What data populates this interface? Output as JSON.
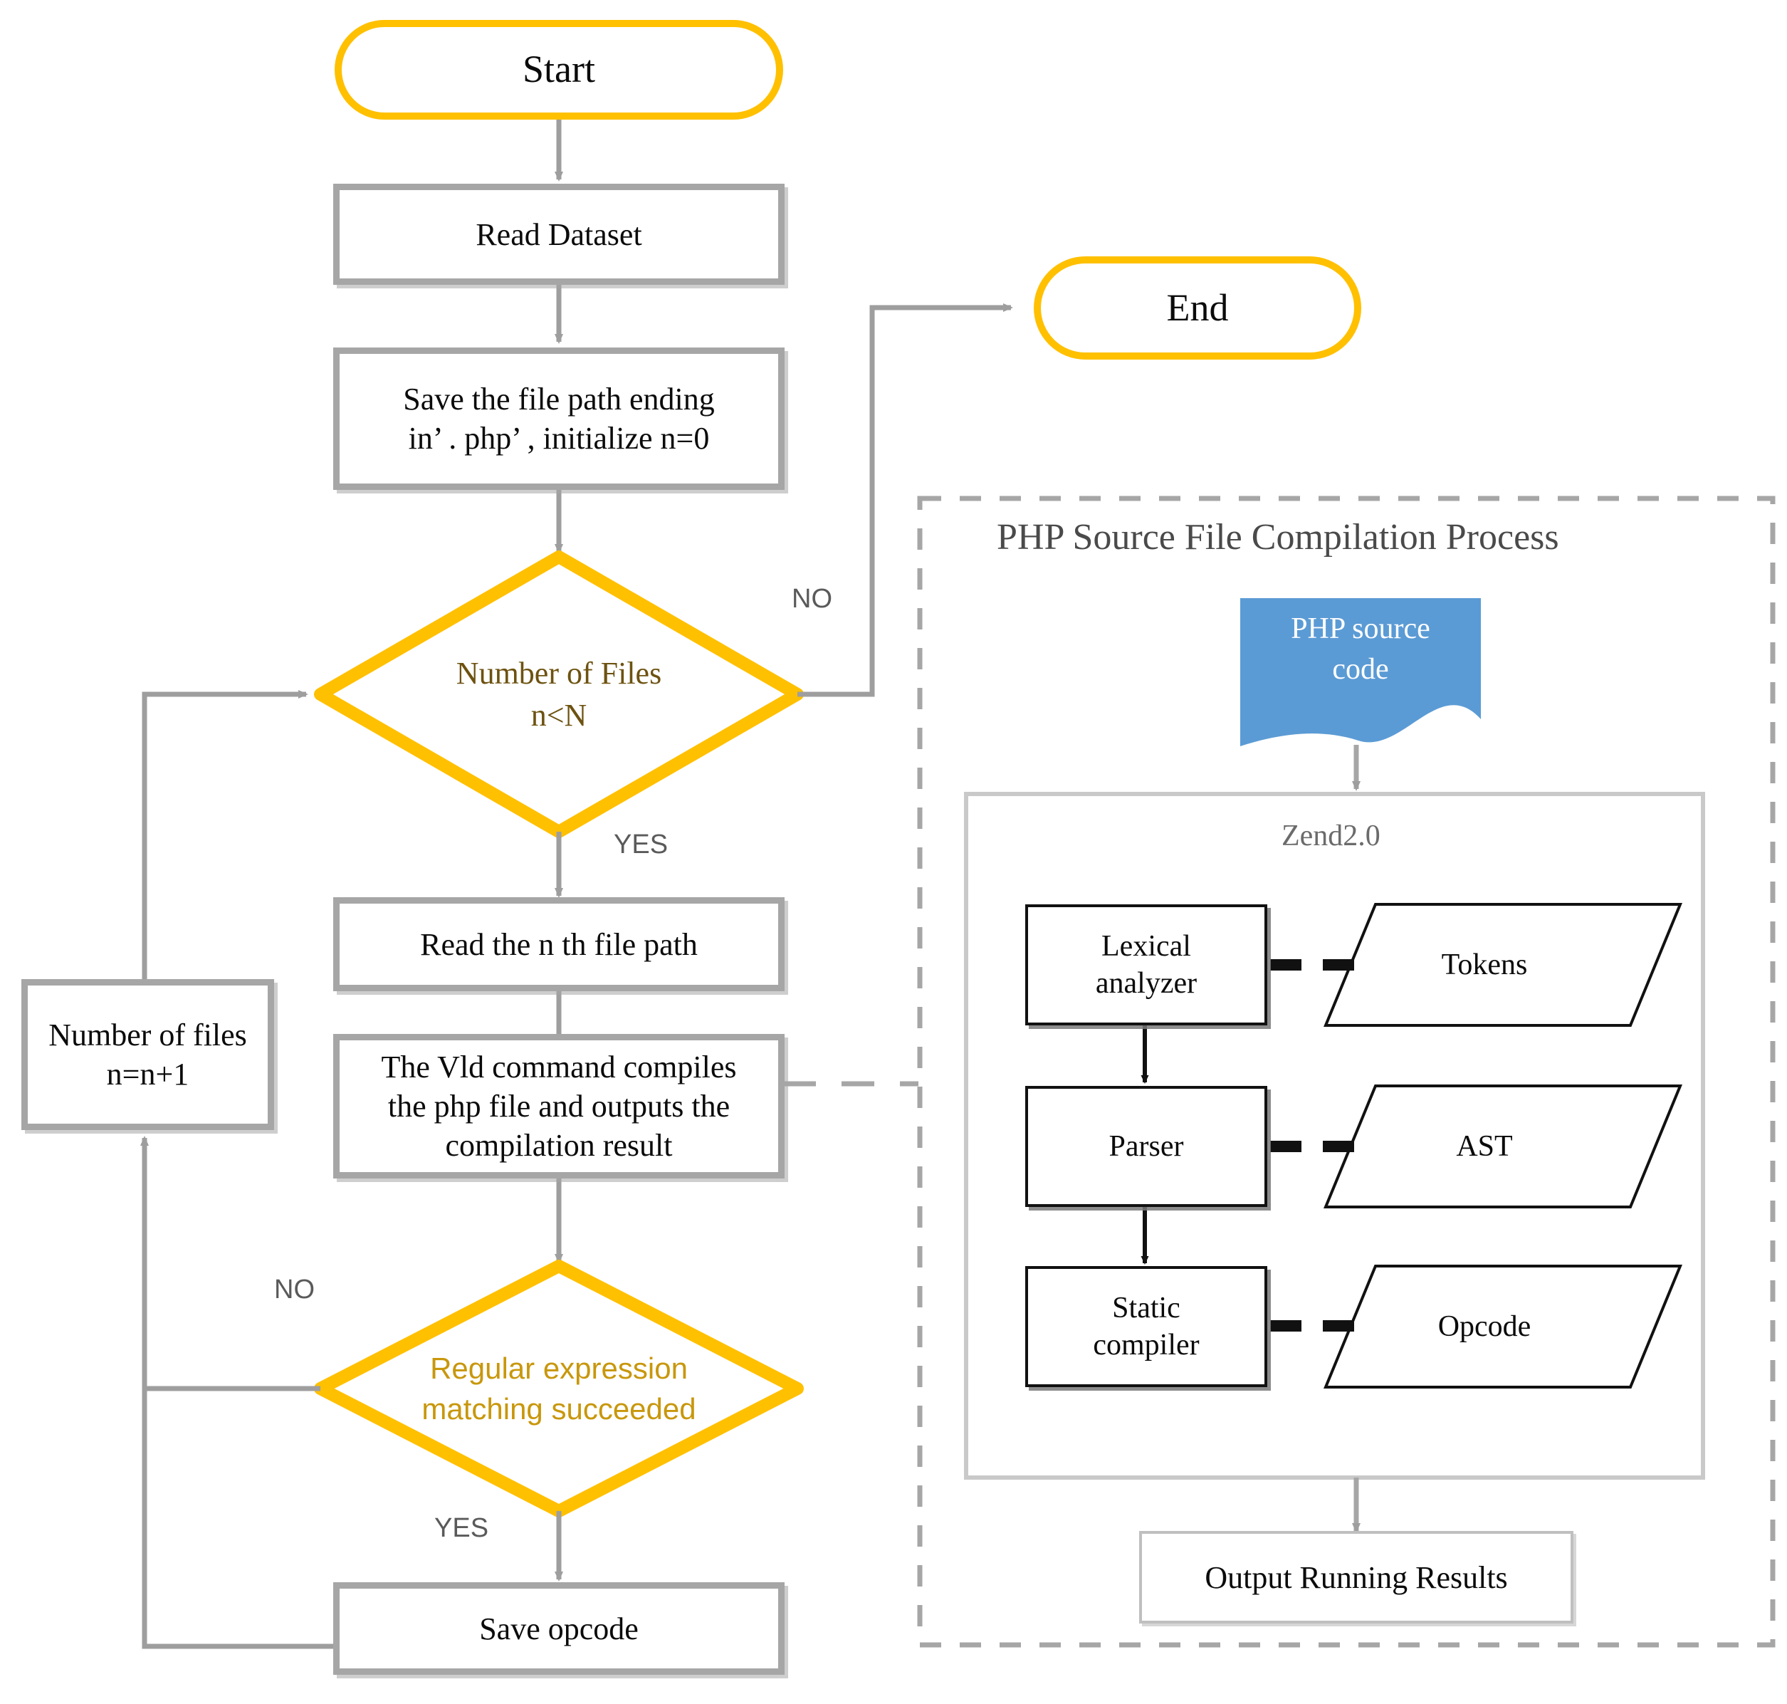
{
  "diagram": {
    "title": "PHP source file compilation dataset processing flowchart",
    "colors": {
      "accent_yellow": "#FFC000",
      "process_grey": "#A6A6A6",
      "connector_grey": "#9E9E9E",
      "doc_blue": "#5B9BD5",
      "inner_black": "#111111",
      "text_dark": "#0B0B0B"
    }
  },
  "flow": {
    "start": {
      "label": "Start",
      "shape": "terminator"
    },
    "end": {
      "label": "End",
      "shape": "terminator"
    },
    "read_dataset": {
      "label": "Read Dataset",
      "shape": "process"
    },
    "save_path": {
      "label": "Save the file path ending in’ . php’ , initialize n=0",
      "line1": "Save the file path ending",
      "line2": "in’  . php’  , initialize n=0",
      "shape": "process"
    },
    "decision_files": {
      "line1": "Number of Files",
      "line2": "n<N",
      "shape": "decision"
    },
    "read_nth": {
      "label": "Read the n th file path",
      "shape": "process"
    },
    "vld_command": {
      "line1": "The Vld command compiles",
      "line2": "the php file and outputs the",
      "line3": "compilation result",
      "shape": "process"
    },
    "decision_regex": {
      "line1": "Regular expression",
      "line2": "matching succeeded",
      "shape": "decision"
    },
    "save_opcode": {
      "label": "Save opcode",
      "shape": "process"
    },
    "increment": {
      "line1": "Number of files",
      "line2": "n=n+1",
      "shape": "process"
    },
    "edge_labels": {
      "files_no": "NO",
      "files_yes": "YES",
      "regex_no": "NO",
      "regex_yes": "YES"
    }
  },
  "compilation_group": {
    "title": "PHP Source File Compilation Process",
    "source_doc": {
      "line1": "PHP source",
      "line2": "code"
    },
    "zend": {
      "title": "Zend2.0",
      "stages": [
        {
          "name": "Lexical analyzer",
          "line1": "Lexical",
          "line2": "analyzer",
          "output": "Tokens"
        },
        {
          "name": "Parser",
          "line1": "Parser",
          "line2": "",
          "output": "AST"
        },
        {
          "name": "Static compiler",
          "line1": "Static",
          "line2": "compiler",
          "output": "Opcode"
        }
      ]
    },
    "output_box": {
      "label": "Output Running Results"
    }
  }
}
